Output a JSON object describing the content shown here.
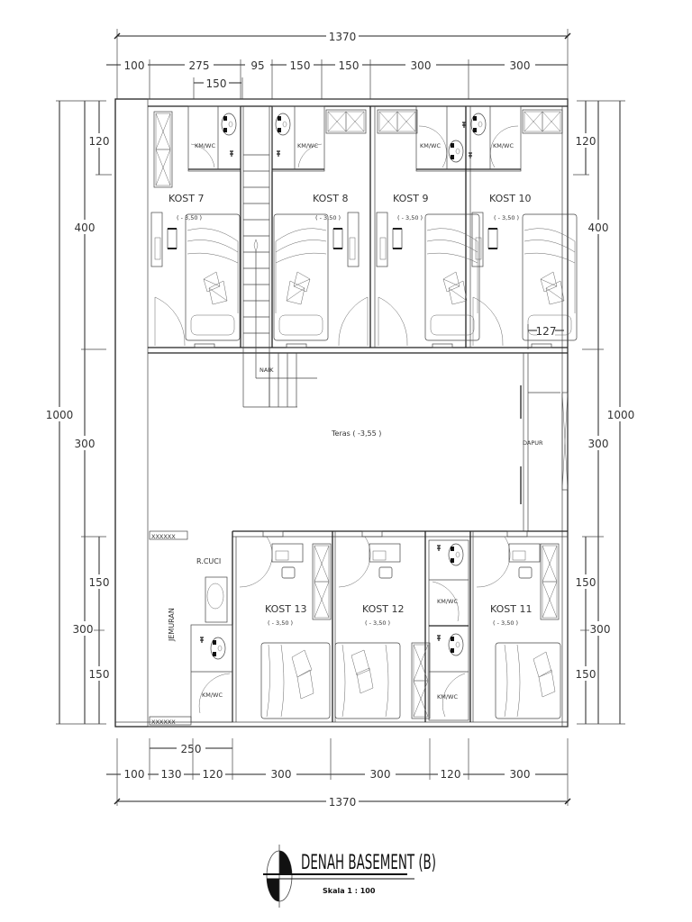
{
  "title": "DENAH BASEMENT (B)",
  "scale": "Skala 1 : 100",
  "dimensions": {
    "top_total": "1370",
    "top_segments": [
      "100",
      "275",
      "95",
      "150",
      "150",
      "300",
      "300"
    ],
    "top_sub": "150",
    "bottom_total": "1370",
    "bottom_segments": [
      "100",
      "130",
      "120",
      "300",
      "300",
      "120",
      "300"
    ],
    "bottom_sub": "250",
    "left_total": "1000",
    "left_segments": [
      "400",
      "300",
      "300"
    ],
    "left_sub": [
      "120",
      "150",
      "150"
    ],
    "right_total": "1000",
    "right_segments": [
      "400",
      "300",
      "300"
    ],
    "right_sub": [
      "120",
      "150",
      "150"
    ],
    "bed_dim": "127"
  },
  "rooms": {
    "kost7": {
      "name": "KOST 7",
      "level": "( - 3,50 )"
    },
    "kost8": {
      "name": "KOST 8",
      "level": "( - 3,50 )"
    },
    "kost9": {
      "name": "KOST 9",
      "level": "( - 3,50 )"
    },
    "kost10": {
      "name": "KOST 10",
      "level": "( - 3,50 )"
    },
    "kost11": {
      "name": "KOST 11",
      "level": "( - 3,50 )"
    },
    "kost12": {
      "name": "KOST 12",
      "level": "( - 3,50 )"
    },
    "kost13": {
      "name": "KOST 13",
      "level": "( - 3,50 )"
    },
    "teras": "Teras ( -3,55 )",
    "dapur": "DAPUR",
    "rcuci": "R.CUCI",
    "jemuran": "JEMURAN",
    "kmwc": "KM/WC",
    "naik": "NAIK"
  }
}
